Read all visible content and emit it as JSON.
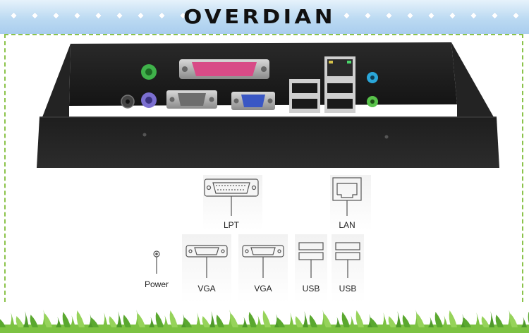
{
  "banner": {
    "title": "OVERDIAN"
  },
  "labels": {
    "lpt": "LPT",
    "lan": "LAN",
    "power": "Power",
    "vga1": "VGA",
    "vga2": "VGA",
    "usb1": "USB",
    "usb2": "USB"
  },
  "colors": {
    "banner_bg": "#bcdaf2",
    "frame": "#8bc34a",
    "device_body": "#1c1c1c",
    "ps2_green": "#3fb24a",
    "ps2_purple": "#7b6fd0",
    "lpt_pink": "#d84b87",
    "vga_blue": "#3a57c4",
    "audio_cyan": "#2aa6d9",
    "audio_green": "#58c24a"
  }
}
